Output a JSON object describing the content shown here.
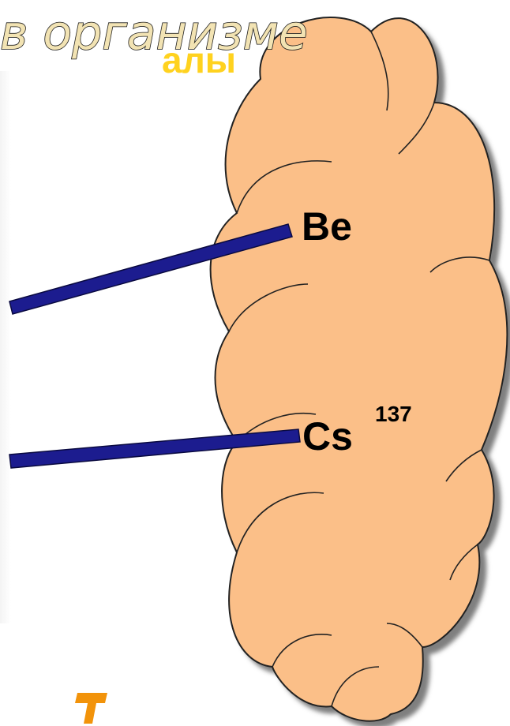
{
  "title": "в организме",
  "ghost_text": "алы",
  "labels": {
    "be": "Be",
    "cs": "Cs",
    "cs_superscript": "137"
  },
  "colors": {
    "cloud_fill": "#fbbf88",
    "line_color": "#1c1c8f",
    "title_fill": "#f2e3b3",
    "ghost_color": "#ffd21f",
    "marker_color": "#f2930a"
  },
  "icons": {
    "marker": "orange-t-marker-icon"
  }
}
